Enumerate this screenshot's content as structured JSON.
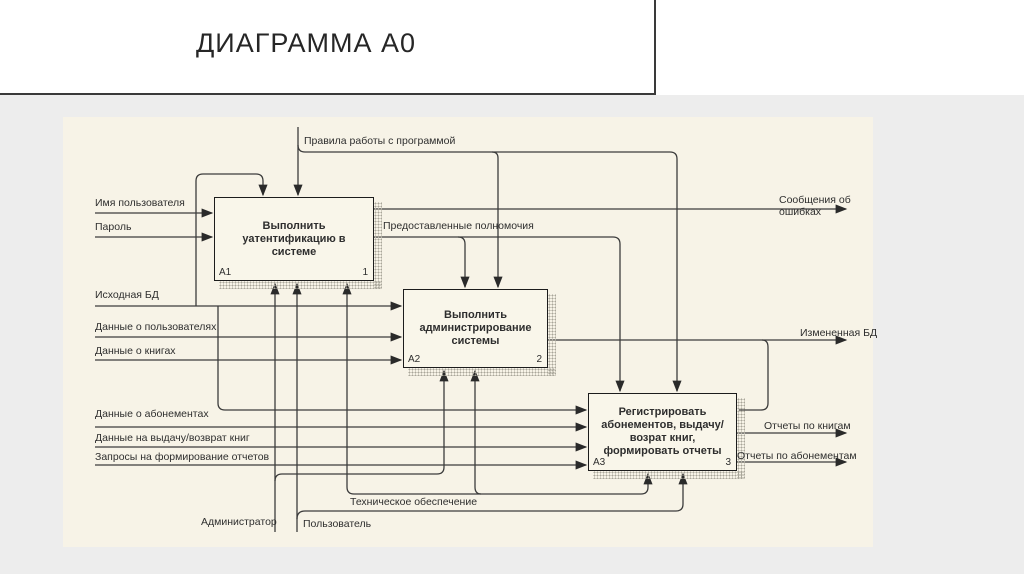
{
  "slide": {
    "title": "ДИАГРАММА А0"
  },
  "diagram": {
    "boxes": [
      {
        "id": "A1",
        "number": "1",
        "title": "Выполнить уатентификацию в системе"
      },
      {
        "id": "A2",
        "number": "2",
        "title": "Выполнить администрирование системы"
      },
      {
        "id": "A3",
        "number": "3",
        "title": "Регистрировать абонементов, выдачу/возрат книг, формировать отчеты"
      }
    ],
    "labels": {
      "rules": "Правила работы с программой",
      "username": "Имя пользователя",
      "password": "Пароль",
      "source_db": "Исходная БД",
      "users_data": "Данные о пользователях",
      "books_data": "Данные о книгах",
      "subscriptions_data": "Данные о абонементах",
      "issue_return_data": "Данные на выдачу/возврат книг",
      "report_requests": "Запросы на формирование отчетов",
      "granted_permissions": "Предоставленные полномочия",
      "error_messages": "Сообщения об ошибках",
      "changed_db": "Измененная БД",
      "book_reports": "Отчеты по книгам",
      "subscription_reports": "Отчеты по абонементам",
      "tech_support": "Техническое обеспечение",
      "administrator": "Администратор",
      "user": "Пользователь"
    },
    "colors": {
      "panel": "#f7f3e7",
      "line": "#3c3c3c",
      "border": "#1c1c1c"
    }
  }
}
